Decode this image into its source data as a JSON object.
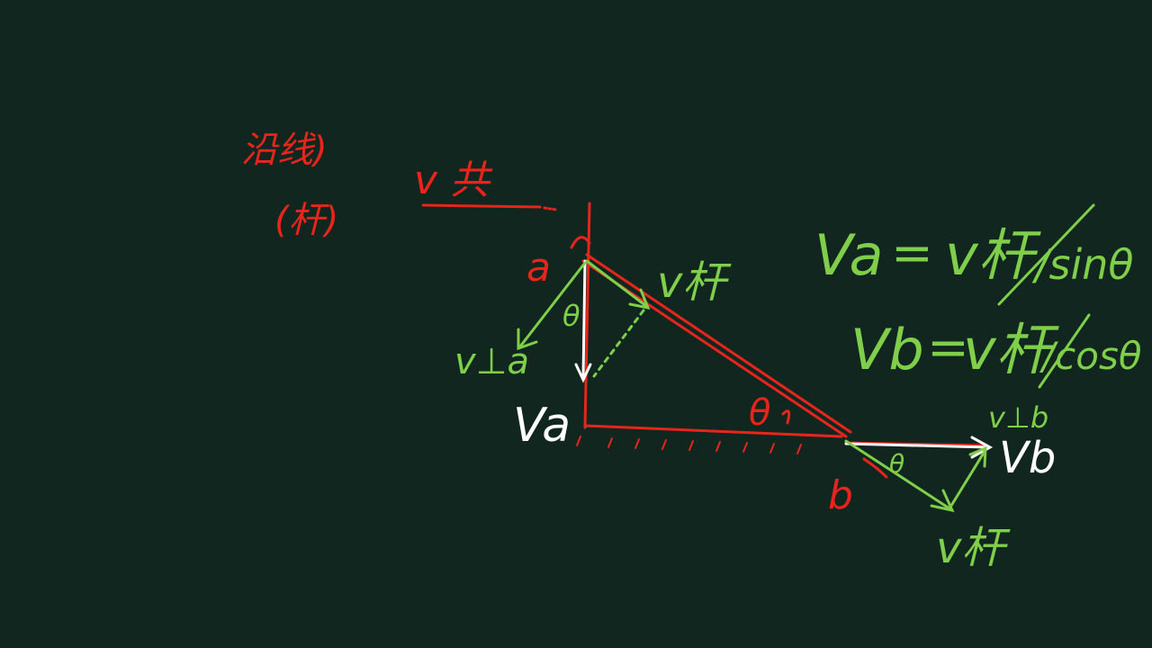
{
  "background": "#11261e",
  "colors": {
    "red": "#e8251c",
    "green": "#7fcf4a",
    "white": "#ffffff"
  },
  "notes": {
    "title_line1": "沿线)",
    "title_line2": "(杆)",
    "v_along": "v 共",
    "point_a": "a",
    "point_b": "b",
    "theta_a": "θ",
    "theta_mid": "θ",
    "theta_b": "θ",
    "v_rod_top": "v杆",
    "v_perp_a": "v⊥a",
    "v_a_white": "Va",
    "v_perp_b": "v⊥b",
    "v_b_white": "Vb",
    "v_rod_bottom": "v杆",
    "eq1_lhs": "Va",
    "eq1_eq": "=",
    "eq1_rhs": "v杆",
    "eq1_div": "/sinθ",
    "eq2_lhs": "Vb",
    "eq2_eq": "=",
    "eq2_rhs": "v杆",
    "eq2_div": "/cosθ"
  }
}
